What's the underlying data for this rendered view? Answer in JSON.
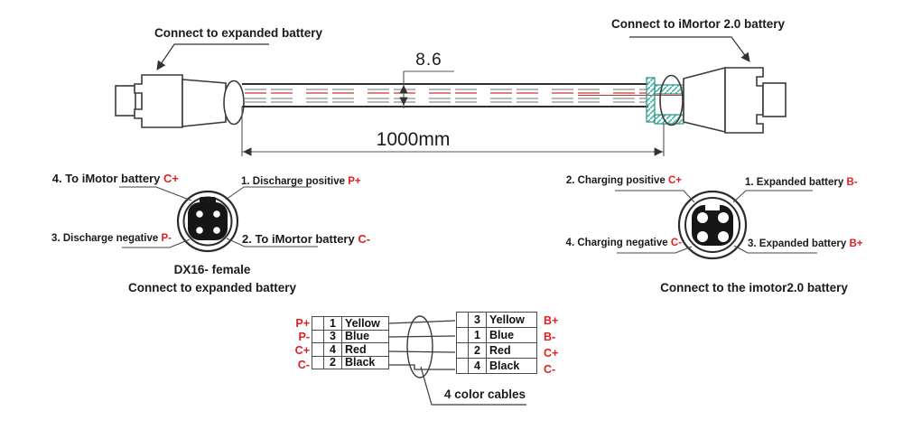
{
  "colors": {
    "accent_red": "#e02020",
    "line_dark": "#3a3a3a",
    "wire_red": "#c9342e",
    "wire_gray": "#8f8f8f",
    "nut_teal": "#3fb3a6"
  },
  "cable_drawing": {
    "left_label": "Connect to expanded battery",
    "right_label": "Connect to iMortor 2.0 battery",
    "diameter": "8.6",
    "length": "1000mm"
  },
  "left_connector": {
    "pins": {
      "top_left": {
        "text": "4. To iMotor battery",
        "code": "C+"
      },
      "top_right": {
        "text": "1. Discharge positive",
        "code": "P+"
      },
      "bottom_left": {
        "text": "3. Discharge negative",
        "code": "P-"
      },
      "bottom_right": {
        "text": "2. To iMortor battery",
        "code": "C-"
      }
    },
    "caption_line1": "DX16- female",
    "caption_line2": "Connect to expanded battery"
  },
  "right_connector": {
    "pins": {
      "top_left": {
        "text": "2. Charging positive",
        "code": "C+"
      },
      "top_right": {
        "text": "1. Expanded battery",
        "code": "B-"
      },
      "bottom_left": {
        "text": "4. Charging negative",
        "code": "C-"
      },
      "bottom_right": {
        "text": "3. Expanded battery",
        "code": "B+"
      }
    },
    "caption": "Connect to the imotor2.0 battery"
  },
  "wiring_diagram": {
    "left_table": {
      "labels": [
        "P+",
        "P-",
        "C+",
        "C-"
      ],
      "rows": [
        [
          "1",
          "Yellow"
        ],
        [
          "3",
          "Blue"
        ],
        [
          "4",
          "Red"
        ],
        [
          "2",
          "Black"
        ]
      ]
    },
    "right_table": {
      "rows": [
        [
          "3",
          "Yellow"
        ],
        [
          "1",
          "Blue"
        ],
        [
          "2",
          "Red"
        ],
        [
          "4",
          "Black"
        ]
      ],
      "labels": [
        "B+",
        "B-",
        "C+",
        "C-"
      ]
    },
    "note": "4 color cables"
  }
}
